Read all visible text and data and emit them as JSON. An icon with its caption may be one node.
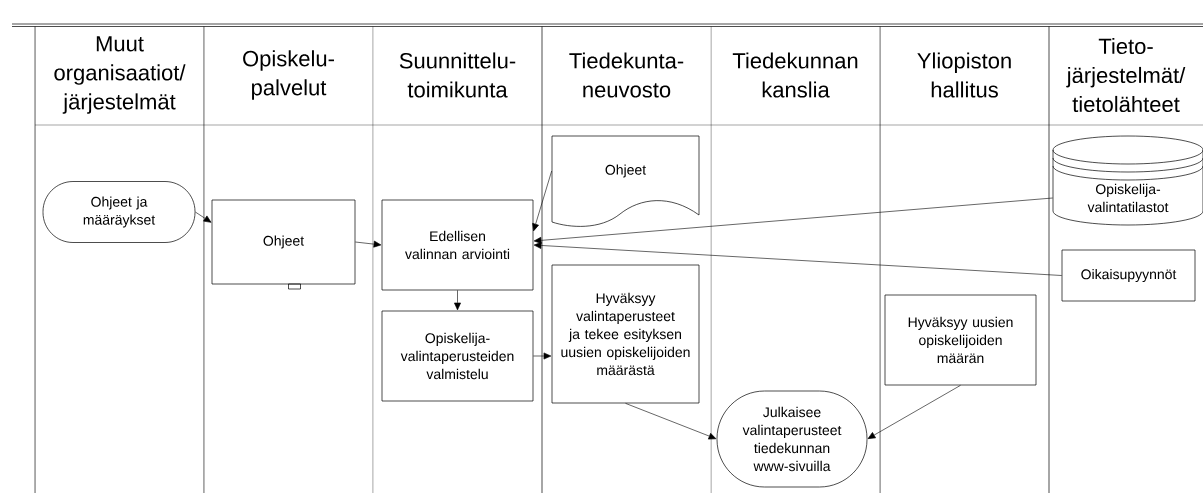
{
  "diagram": {
    "nodes": [
      {
        "text": [
          "Muut organisaatiot/ järjestelmät"
        ]
      },
      {
        "text": [
          "Opiskelu-palvelut"
        ]
      },
      {
        "text": [
          "Suunnittelu-toimikunta"
        ]
      },
      {
        "text": [
          "Tiedekunta-neuvosto"
        ]
      },
      {
        "text": [
          "Tiedekunnan kanslia"
        ]
      },
      {
        "text": [
          "Yliopiston hallitus"
        ]
      },
      {
        "text": [
          "Tieto-järjestelmät/ tietolähteet"
        ]
      },
      {
        "text": [
          "Ohjeet ja määräykset"
        ]
      },
      {
        "text": [
          "Ohjeet"
        ]
      },
      {
        "text": [
          "Edellisen valinnan arviointi"
        ]
      },
      {
        "text": [
          "Opiskelija-valintaperusteiden valmistelu"
        ]
      },
      {
        "text": [
          "Ohjeet"
        ]
      },
      {
        "text": [
          "Hyväksyy valintaperusteet ja tekee esityksen uusien opiskelijoiden määrästä"
        ]
      },
      {
        "text": [
          "Julkaisee valintaperusteet tiedekunnan www-sivuilla"
        ]
      },
      {
        "text": [
          "Hyväksyy uusien opiskelijoiden määrän"
        ]
      },
      {
        "text": [
          "Opiskelija-valintatilastot"
        ]
      },
      {
        "text": [
          "Oikaisupyynnöt"
        ]
      }
    ],
    "edges": [
      {
        "from": 7,
        "to": 8,
        "arrow": "to"
      },
      {
        "from": 8,
        "to": 9,
        "arrow": "to"
      },
      {
        "from": 11,
        "to": 9,
        "arrow": "to"
      },
      {
        "from": 15,
        "to": 9,
        "arrow": "to"
      },
      {
        "from": 16,
        "to": 9,
        "arrow": "to"
      },
      {
        "from": 9,
        "to": 10,
        "arrow": "to"
      },
      {
        "from": 10,
        "to": 12,
        "arrow": "to"
      },
      {
        "from": 12,
        "to": 13,
        "arrow": "to"
      },
      {
        "from": 14,
        "to": 13,
        "arrow": "to"
      }
    ]
  }
}
